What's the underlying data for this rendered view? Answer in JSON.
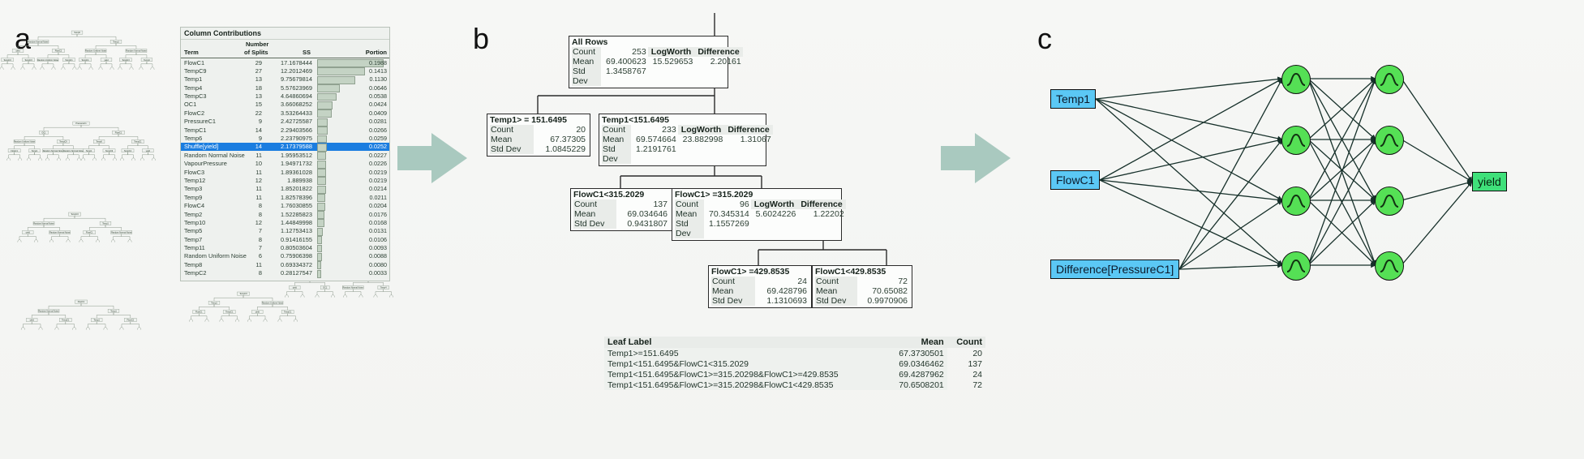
{
  "panels": {
    "a": {
      "letter": "a",
      "caption_hidden": "",
      "note": "bootstrap forest of decision trees"
    },
    "b": {
      "letter": "b"
    },
    "c": {
      "letter": "c"
    }
  },
  "column_contributions": {
    "title": "Column Contributions",
    "headers": {
      "term": "Term",
      "splits_line1": "Number",
      "splits_line2": "of Splits",
      "ss": "SS",
      "portion": "Portion"
    },
    "selected_row": "Shuffle[yield]",
    "selection_color": "#1a7de0",
    "bar_color": "#c4d3c4",
    "rows": [
      {
        "term": "FlowC1",
        "splits": "29",
        "ss": "17.1678444",
        "portion": "0.1988",
        "bar": 100.0
      },
      {
        "term": "TempC9",
        "splits": "27",
        "ss": "12.2012469",
        "portion": "0.1413",
        "bar": 71.1
      },
      {
        "term": "Temp1",
        "splits": "13",
        "ss": "9.75679814",
        "portion": "0.1130",
        "bar": 56.8
      },
      {
        "term": "Temp4",
        "splits": "18",
        "ss": "5.57623969",
        "portion": "0.0646",
        "bar": 32.5
      },
      {
        "term": "TempC3",
        "splits": "13",
        "ss": "4.64860694",
        "portion": "0.0538",
        "bar": 27.1
      },
      {
        "term": "OC1",
        "splits": "15",
        "ss": "3.66068252",
        "portion": "0.0424",
        "bar": 21.3
      },
      {
        "term": "FlowC2",
        "splits": "22",
        "ss": "3.53264433",
        "portion": "0.0409",
        "bar": 20.6
      },
      {
        "term": "PressureC1",
        "splits": "9",
        "ss": "2.42725587",
        "portion": "0.0281",
        "bar": 14.1
      },
      {
        "term": "TempC1",
        "splits": "14",
        "ss": "2.29403566",
        "portion": "0.0266",
        "bar": 13.4
      },
      {
        "term": "Temp6",
        "splits": "9",
        "ss": "2.23790975",
        "portion": "0.0259",
        "bar": 13.0
      },
      {
        "term": "Shuffle[yield]",
        "splits": "14",
        "ss": "2.17379588",
        "portion": "0.0252",
        "bar": 12.7
      },
      {
        "term": "Random Normal Noise",
        "splits": "11",
        "ss": "1.95953512",
        "portion": "0.0227",
        "bar": 11.4
      },
      {
        "term": "VapourPressure",
        "splits": "10",
        "ss": "1.94971732",
        "portion": "0.0226",
        "bar": 11.4
      },
      {
        "term": "FlowC3",
        "splits": "11",
        "ss": "1.89361028",
        "portion": "0.0219",
        "bar": 11.0
      },
      {
        "term": "Temp12",
        "splits": "12",
        "ss": "1.889938",
        "portion": "0.0219",
        "bar": 11.0
      },
      {
        "term": "Temp3",
        "splits": "11",
        "ss": "1.85201822",
        "portion": "0.0214",
        "bar": 10.8
      },
      {
        "term": "Temp9",
        "splits": "11",
        "ss": "1.82578396",
        "portion": "0.0211",
        "bar": 10.6
      },
      {
        "term": "FlowC4",
        "splits": "8",
        "ss": "1.76030855",
        "portion": "0.0204",
        "bar": 10.3
      },
      {
        "term": "Temp2",
        "splits": "8",
        "ss": "1.52285823",
        "portion": "0.0176",
        "bar": 8.9
      },
      {
        "term": "Temp10",
        "splits": "12",
        "ss": "1.44849998",
        "portion": "0.0168",
        "bar": 8.4
      },
      {
        "term": "Temp5",
        "splits": "7",
        "ss": "1.12753413",
        "portion": "0.0131",
        "bar": 6.6
      },
      {
        "term": "Temp7",
        "splits": "8",
        "ss": "0.91416155",
        "portion": "0.0106",
        "bar": 5.3
      },
      {
        "term": "Temp11",
        "splits": "7",
        "ss": "0.80503604",
        "portion": "0.0093",
        "bar": 4.7
      },
      {
        "term": "Random Uniform Noise",
        "splits": "6",
        "ss": "0.75906398",
        "portion": "0.0088",
        "bar": 4.4
      },
      {
        "term": "Temp8",
        "splits": "11",
        "ss": "0.69334372",
        "portion": "0.0080",
        "bar": 4.0
      },
      {
        "term": "TempC2",
        "splits": "8",
        "ss": "0.28127547",
        "portion": "0.0033",
        "bar": 1.6
      }
    ]
  },
  "decision_tree": {
    "nodes": [
      {
        "id": "root",
        "title": "All Rows",
        "count_label": "Count",
        "count": "253",
        "mean_label": "Mean",
        "mean": "69.400623",
        "sd_label": "Std Dev",
        "sd": "1.3458767",
        "logworth_label": "LogWorth",
        "logworth": "15.529653",
        "difference_label": "Difference",
        "difference": "2.20161"
      },
      {
        "id": "n1",
        "title": "Temp1> = 151.6495",
        "count_label": "Count",
        "count": "20",
        "mean_label": "Mean",
        "mean": "67.37305",
        "sd_label": "Std Dev",
        "sd": "1.0845229",
        "logworth_label": "",
        "logworth": "",
        "difference_label": "",
        "difference": ""
      },
      {
        "id": "n2",
        "title": "Temp1<151.6495",
        "count_label": "Count",
        "count": "233",
        "mean_label": "Mean",
        "mean": "69.574664",
        "sd_label": "Std Dev",
        "sd": "1.2191761",
        "logworth_label": "LogWorth",
        "logworth": "23.882998",
        "difference_label": "Difference",
        "difference": "1.31067"
      },
      {
        "id": "n3",
        "title": "FlowC1<315.2029",
        "count_label": "Count",
        "count": "137",
        "mean_label": "Mean",
        "mean": "69.034646",
        "sd_label": "Std Dev",
        "sd": "0.9431807",
        "logworth_label": "",
        "logworth": "",
        "difference_label": "",
        "difference": ""
      },
      {
        "id": "n4",
        "title": "FlowC1> =315.2029",
        "count_label": "Count",
        "count": "96",
        "mean_label": "Mean",
        "mean": "70.345314",
        "sd_label": "Std Dev",
        "sd": "1.1557269",
        "logworth_label": "LogWorth",
        "logworth": "5.6024226",
        "difference_label": "Difference",
        "difference": "1.22202"
      },
      {
        "id": "n5",
        "title": "FlowC1> =429.8535",
        "count_label": "Count",
        "count": "24",
        "mean_label": "Mean",
        "mean": "69.428796",
        "sd_label": "Std Dev",
        "sd": "1.1310693",
        "logworth_label": "",
        "logworth": "",
        "difference_label": "",
        "difference": ""
      },
      {
        "id": "n6",
        "title": "FlowC1<429.8535",
        "count_label": "Count",
        "count": "72",
        "mean_label": "Mean",
        "mean": "70.65082",
        "sd_label": "Std Dev",
        "sd": "0.9970906",
        "logworth_label": "",
        "logworth": "",
        "difference_label": "",
        "difference": ""
      }
    ]
  },
  "leaf_table": {
    "headers": {
      "label": "Leaf Label",
      "mean": "Mean",
      "count": "Count"
    },
    "rows": [
      {
        "label": "Temp1>=151.6495",
        "mean": "67.3730501",
        "count": "20"
      },
      {
        "label": "Temp1<151.6495&FlowC1<315.2029",
        "mean": "69.0346462",
        "count": "137"
      },
      {
        "label": "Temp1<151.6495&FlowC1>=315.20298&FlowC1>=429.8535",
        "mean": "69.4287962",
        "count": "24"
      },
      {
        "label": "Temp1<151.6495&FlowC1>=315.20298&FlowC1<429.8535",
        "mean": "70.6508201",
        "count": "72"
      }
    ]
  },
  "neural_network": {
    "inputs": [
      {
        "label": "Temp1"
      },
      {
        "label": "FlowC1"
      },
      {
        "label": "Difference[PressureC1]"
      }
    ],
    "output": {
      "label": "yield"
    },
    "hidden_layers": 2,
    "nodes_per_layer": 4,
    "activation_icon": "sigmoid-icon",
    "input_color": "#5bc8f5",
    "node_color": "#55e055",
    "output_color": "#3fe07a"
  },
  "arrows": {
    "arrow1_name": "flow-arrow-a-to-b",
    "arrow2_name": "flow-arrow-b-to-c",
    "color": "#a9c9bf"
  }
}
